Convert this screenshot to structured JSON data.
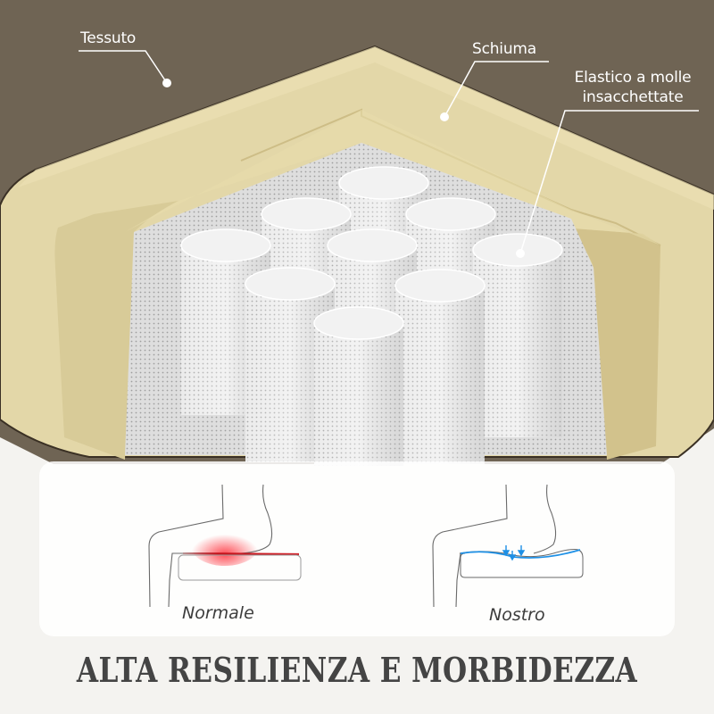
{
  "callouts": {
    "fabric": {
      "label": "Tessuto"
    },
    "foam": {
      "label": "Schiuma"
    },
    "springs": {
      "line1": "Elastico a molle",
      "line2": "insacchettate"
    }
  },
  "comparison": {
    "normal": {
      "caption": "Normale",
      "pressure_color": "#e0202a"
    },
    "ours": {
      "caption": "Nostro",
      "support_color": "#1e90e6"
    }
  },
  "headline": {
    "text": "ALTA RESILIENZA E MORBIDEZZA"
  },
  "colors": {
    "fabric": "#6f6454",
    "foam": "#e3d7a8",
    "foam_shadow": "#cfc08a",
    "spring_fabric": "#e6e6e6",
    "background": "#f4f3f0",
    "headline": "#444444"
  }
}
